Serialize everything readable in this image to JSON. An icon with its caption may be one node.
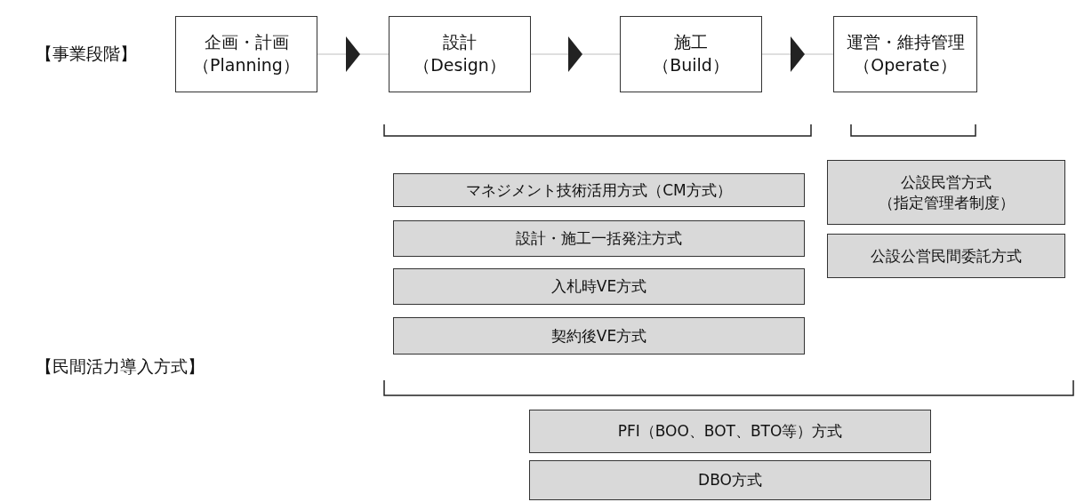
{
  "diagram": {
    "nodes": [
      {
        "text": [
          "企画・計画",
          "（Planning）"
        ]
      },
      {
        "text": [
          "設計",
          "（Design）"
        ]
      },
      {
        "text": [
          "施工",
          "（Build）"
        ]
      },
      {
        "text": [
          "運営・維持管理",
          "（Operate）"
        ]
      },
      {
        "text": [
          "マネジメント技術活用方式（CM方式）"
        ]
      },
      {
        "text": [
          "設計・施工一括発注方式"
        ]
      },
      {
        "text": [
          "入札時VE方式"
        ]
      },
      {
        "text": [
          "契約後VE方式"
        ]
      },
      {
        "text": [
          "公設民営方式",
          "（指定管理者制度）"
        ]
      },
      {
        "text": [
          "公設公営民間委託方式"
        ]
      },
      {
        "text": [
          "PFI（BOO、BOT、BTO等）方式"
        ]
      },
      {
        "text": [
          "DBO方式"
        ]
      }
    ],
    "edges": [
      {
        "from": 0,
        "to": 1,
        "arrow": "to"
      },
      {
        "from": 1,
        "to": 2,
        "arrow": "to"
      },
      {
        "from": 2,
        "to": 3,
        "arrow": "to"
      }
    ],
    "labels": [
      "【事業段階】",
      "【民間活力導入方式】"
    ]
  }
}
